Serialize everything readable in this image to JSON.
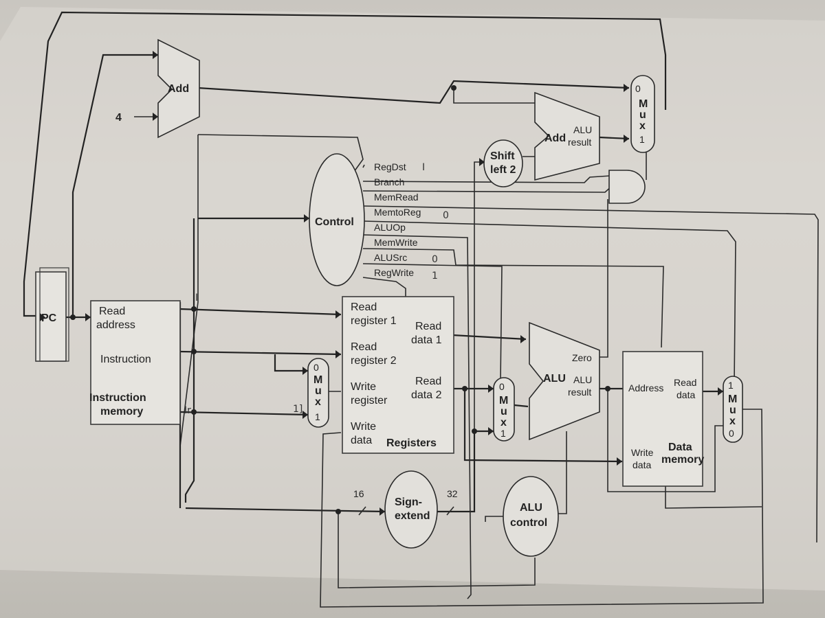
{
  "pc": {
    "label": "PC"
  },
  "adders": {
    "pc_add": "Add",
    "pc_add_const": "4",
    "branch_add": "Add",
    "branch_add_result": [
      "ALU",
      "result"
    ]
  },
  "shift": {
    "label": [
      "Shift",
      "left 2"
    ]
  },
  "control": {
    "label": "Control",
    "signals": [
      "RegDst",
      "Branch",
      "MemRead",
      "MemtoReg",
      "ALUOp",
      "MemWrite",
      "ALUSrc",
      "RegWrite"
    ],
    "annotations": {
      "regdst": "I",
      "memtoreg": "0",
      "alusrc": "0",
      "regwrite": "1"
    }
  },
  "imem": {
    "read_address": [
      "Read",
      "address"
    ],
    "instruction": "Instruction",
    "title": [
      "Instruction",
      "memory"
    ]
  },
  "regs": {
    "read_reg1": [
      "Read",
      "register 1"
    ],
    "read_reg2": [
      "Read",
      "register 2"
    ],
    "write_reg": [
      "Write",
      "register"
    ],
    "write_data": [
      "Write",
      "data"
    ],
    "read_data1": [
      "Read",
      "data 1"
    ],
    "read_data2": [
      "Read",
      "data 2"
    ],
    "title": "Registers"
  },
  "alu": {
    "label": "ALU",
    "zero": "Zero",
    "result": [
      "ALU",
      "result"
    ]
  },
  "dmem": {
    "address": "Address",
    "read_data": [
      "Read",
      "data"
    ],
    "write_data": [
      "Write",
      "data"
    ],
    "title": [
      "Data",
      "memory"
    ]
  },
  "sign_extend": {
    "label": [
      "Sign-",
      "extend"
    ],
    "in_bits": "16",
    "out_bits": "32"
  },
  "alu_control": {
    "label": [
      "ALU",
      "control"
    ]
  },
  "muxes": {
    "pc_mux": {
      "letters": [
        "M",
        "u",
        "x"
      ],
      "in0": "0",
      "in1": "1"
    },
    "reg_mux": {
      "letters": [
        "M",
        "u",
        "x"
      ],
      "in0": "0",
      "in1": "1"
    },
    "alu_mux": {
      "letters": [
        "M",
        "u",
        "x"
      ],
      "in0": "0",
      "in1": "1"
    },
    "mem_mux": {
      "letters": [
        "M",
        "u",
        "x"
      ],
      "in0": "1",
      "in1": "0"
    }
  },
  "hand_notes": {
    "instr_i1": "I",
    "instr_ir": "Ir",
    "mux_1": "1]"
  }
}
